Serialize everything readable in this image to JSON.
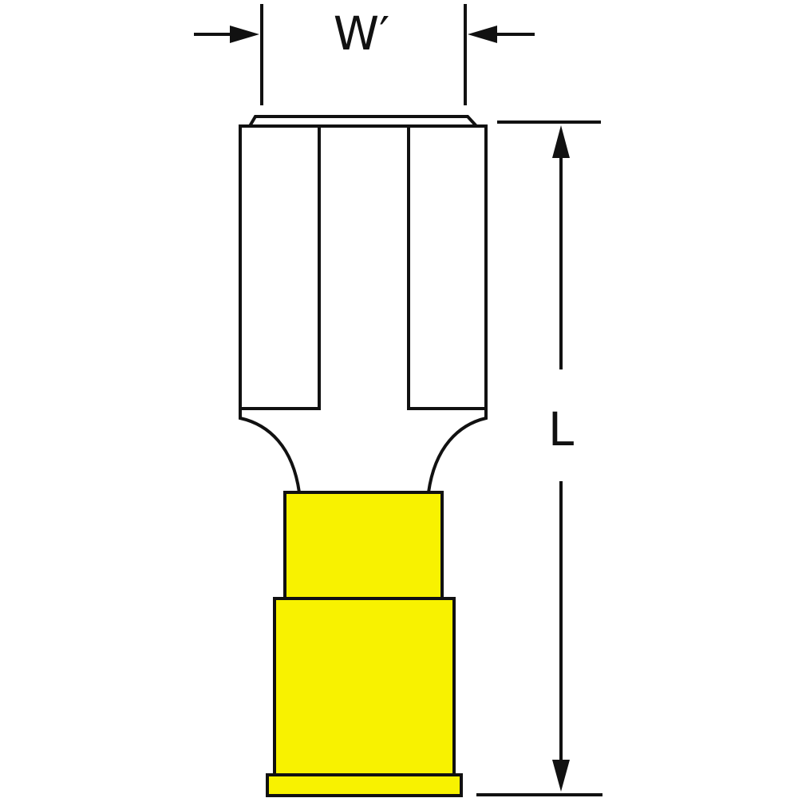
{
  "diagram": {
    "subject": "female quick-disconnect terminal (insulated)",
    "dimensions": {
      "width_label": "W′",
      "length_label": "L"
    },
    "colors": {
      "insulation": "#f8f200",
      "outline": "#111111",
      "metal": "#ffffff",
      "background": "#ffffff"
    }
  }
}
